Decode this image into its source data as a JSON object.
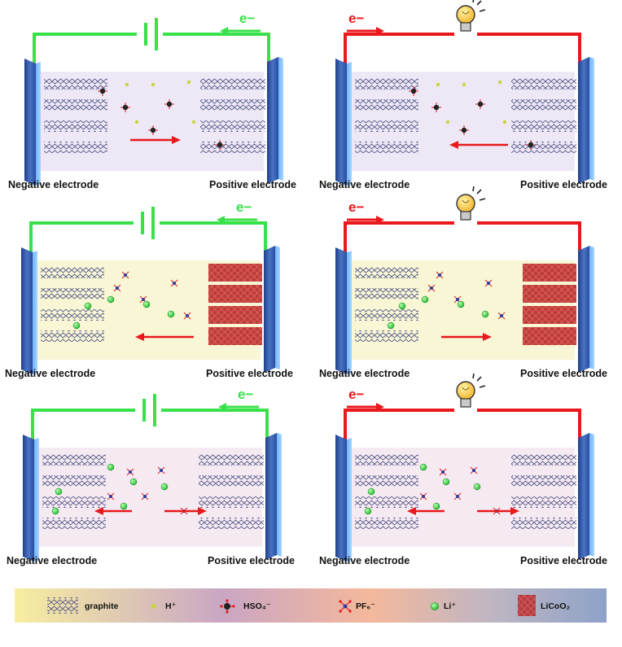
{
  "panels": [
    {
      "neg_label": "Negative electrode",
      "pos_label": "Positive electrode",
      "source": "battery",
      "wire_color": "#38e04a",
      "electron_label": "e−",
      "electron_direction": "left",
      "bg": "#eee8f6"
    },
    {
      "neg_label": "Negative electrode",
      "pos_label": "Positive electrode",
      "source": "bulb",
      "wire_color": "#e8181c",
      "electron_label": "e−",
      "electron_direction": "right",
      "bg": "#eee8f6"
    },
    {
      "neg_label": "Negative electrode",
      "pos_label": "Positive electrode",
      "source": "battery",
      "wire_color": "#38e04a",
      "electron_label": "e−",
      "electron_direction": "left",
      "bg": "#f8f6d4"
    },
    {
      "neg_label": "Negative electrode",
      "pos_label": "Positive electrode",
      "source": "bulb",
      "wire_color": "#e8181c",
      "electron_label": "e−",
      "electron_direction": "right",
      "bg": "#f8f6d4"
    },
    {
      "neg_label": "Negative electrode",
      "pos_label": "Positive electrode",
      "source": "battery",
      "wire_color": "#38e04a",
      "electron_label": "e−",
      "electron_direction": "left",
      "bg": "#f6eaf2"
    },
    {
      "neg_label": "Negative electrode",
      "pos_label": "Positive electrode",
      "source": "bulb",
      "wire_color": "#e8181c",
      "electron_label": "e−",
      "electron_direction": "right",
      "bg": "#f6eaf2"
    }
  ],
  "legend": {
    "graphite": "graphite",
    "h_plus": "H⁺",
    "hso4": "HSO₄⁻",
    "pf6": "PF₆⁻",
    "li_plus": "Li⁺",
    "licoo2": "LiCoO₂"
  },
  "colors": {
    "electrode": "#3e63b0",
    "ion_arrow": "#e8181c",
    "li_ion": "#3ad63a",
    "h_ion": "#c8d43a"
  }
}
